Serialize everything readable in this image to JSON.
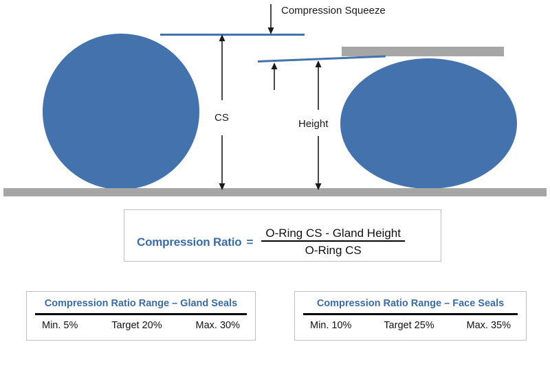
{
  "diagram": {
    "title_labels": {
      "compression_squeeze": "Compression Squeeze",
      "cs": "CS",
      "height": "Height"
    },
    "colors": {
      "oring_blue": "#4472ac",
      "hardware_gray": "#a6a6a6",
      "heading_blue": "#3c6ca4",
      "box_border": "#bfbfbf",
      "rule_black": "#000000"
    },
    "shapes": {
      "left_oring": "circle-uncompressed",
      "right_oring": "ellipse-compressed",
      "base_plate": "gray-bar",
      "gland_plate": "gray-bar"
    }
  },
  "formula": {
    "title": "Compression Ratio",
    "equals": "=",
    "numerator": "O-Ring CS - Gland Height",
    "denominator": "O-Ring CS"
  },
  "ranges": [
    {
      "title": "Compression Ratio Range  – Gland Seals",
      "min": "Min. 5%",
      "target": "Target 20%",
      "max": "Max. 30%"
    },
    {
      "title": "Compression Ratio Range  – Face Seals",
      "min": "Min. 10%",
      "target": "Target 25%",
      "max": "Max. 35%"
    }
  ]
}
